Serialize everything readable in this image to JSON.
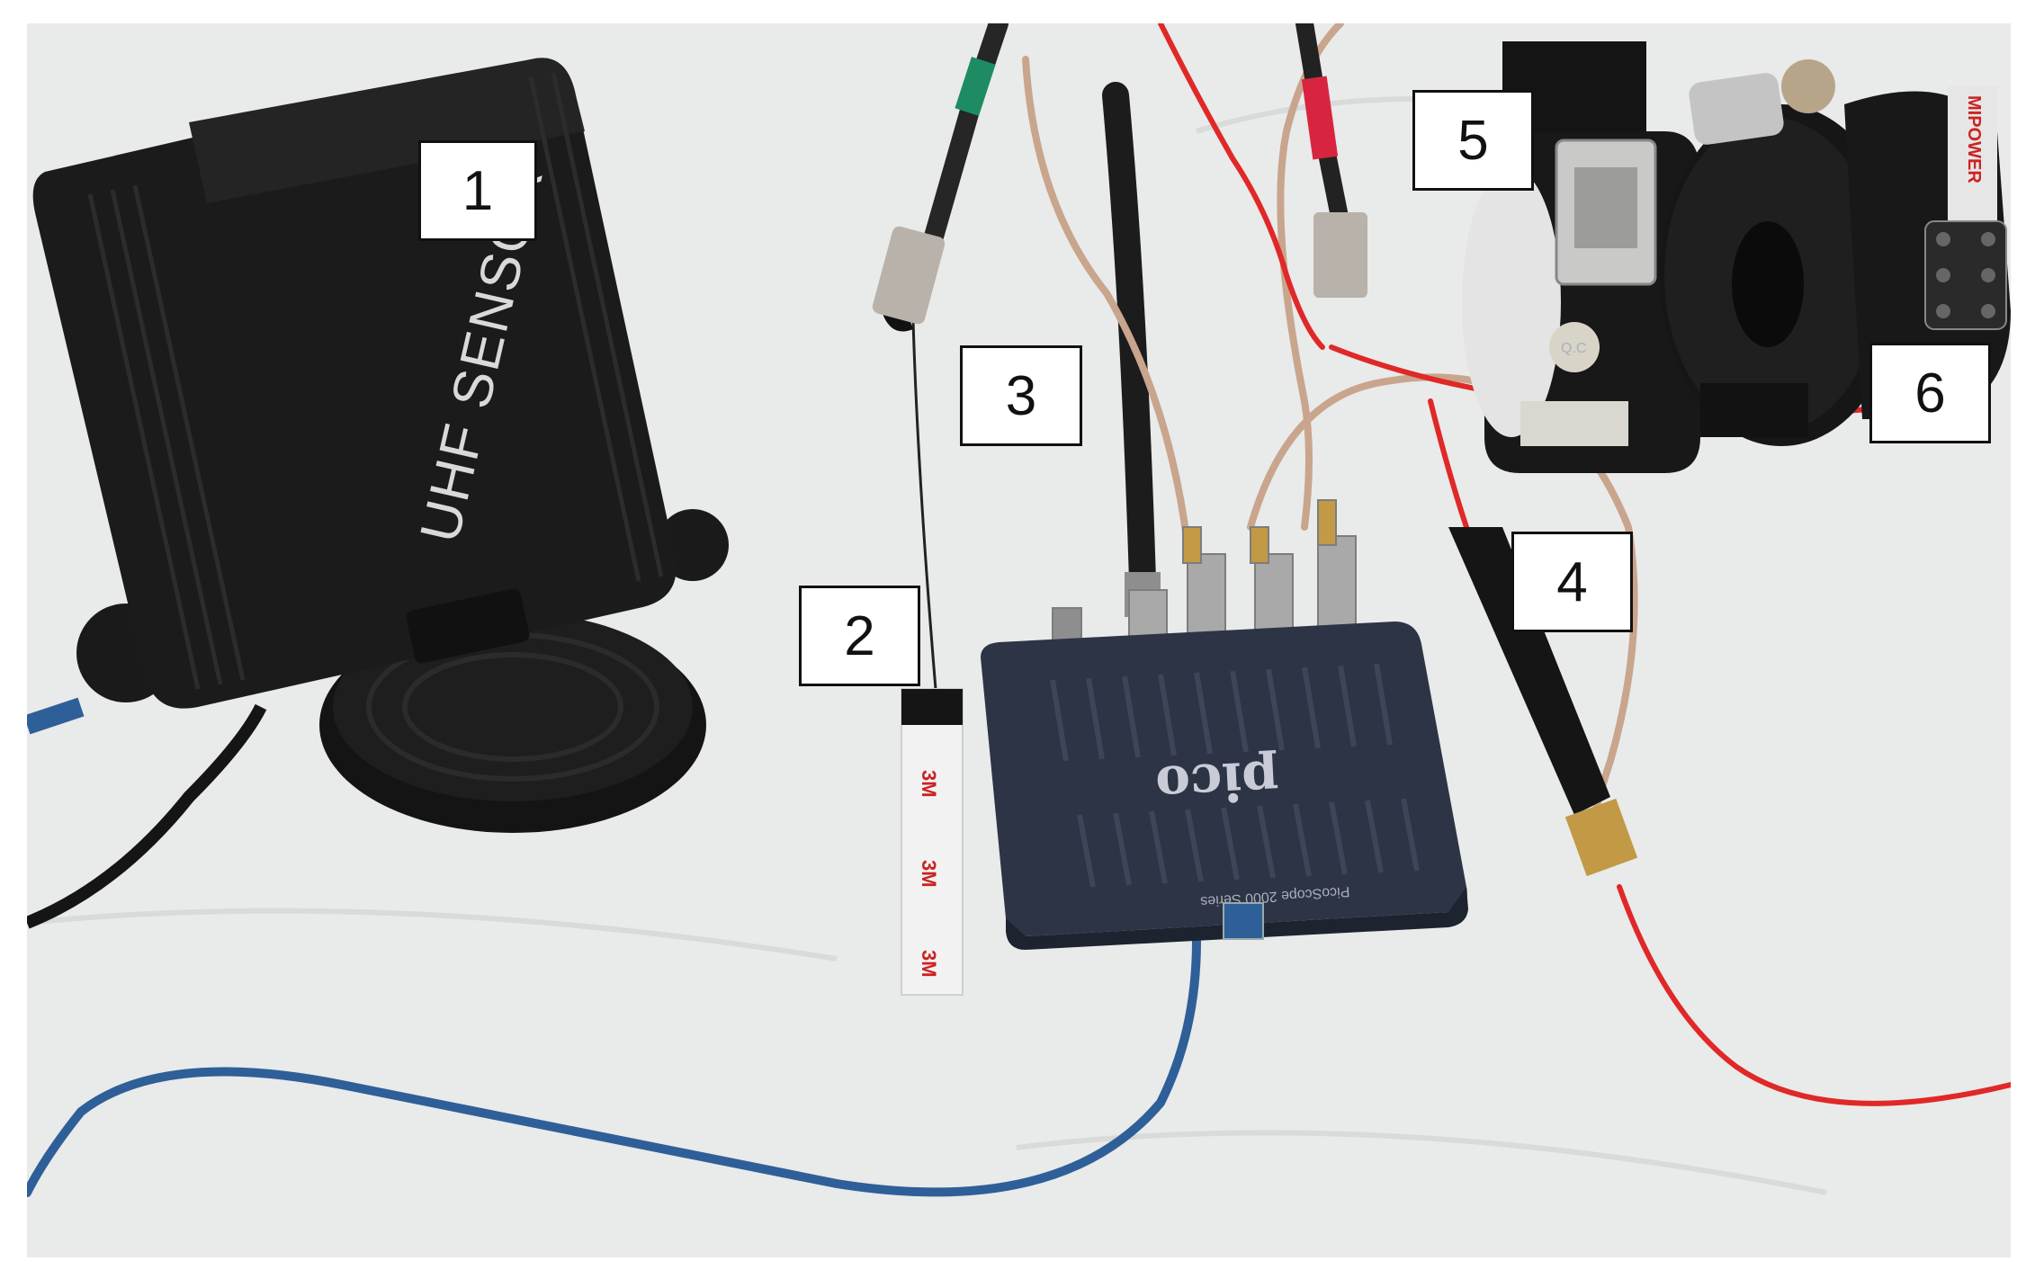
{
  "labels": {
    "l1": "1",
    "l2": "2",
    "l3": "3",
    "l4": "4",
    "l5": "5",
    "l6": "6"
  },
  "device_text": {
    "uhf_sensor": "UHF SENSOR",
    "pico_logo": "pico",
    "picoscope_series": "PicoScope 2000 Series",
    "tape_brand": "3M",
    "hfct_brand": "MIPOWER",
    "qc_sticker": "Q.C"
  },
  "colors": {
    "background": "#e9eaea",
    "sensor_body": "#1b1b1b",
    "scope_body": "#2d3445",
    "usb_cable": "#2f5f98",
    "red_wire": "#e02828",
    "coax_tan": "#c8a58c"
  }
}
